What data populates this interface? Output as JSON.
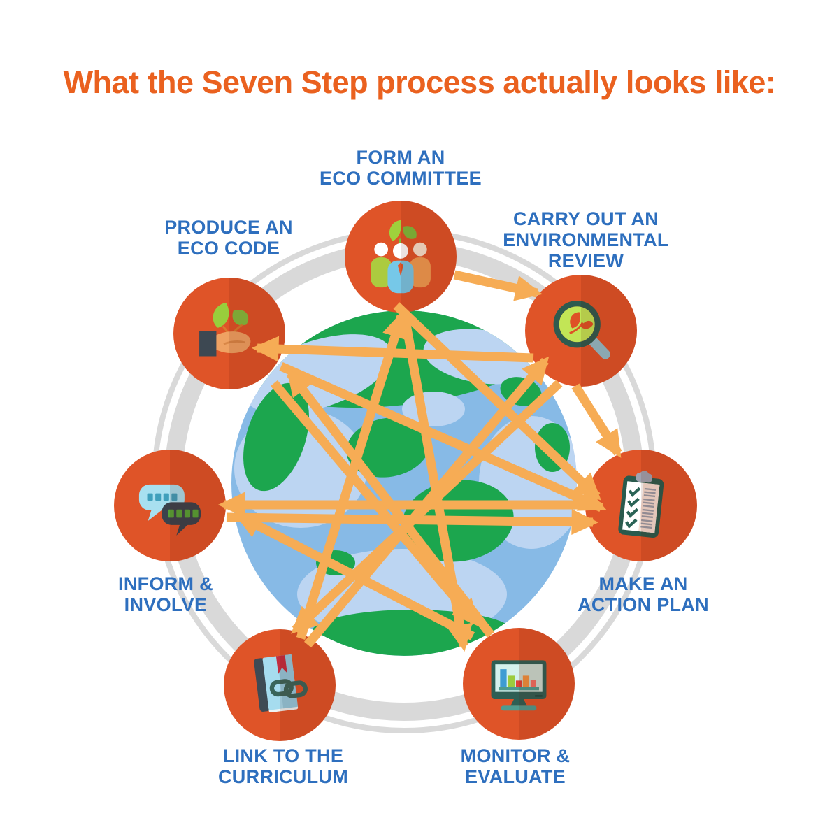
{
  "title": "What the Seven Step process actually looks like:",
  "steps": [
    {
      "id": "committee",
      "label_lines": [
        "FORM AN",
        "ECO COMMITTEE"
      ],
      "icon": "eco-committee-people-icon"
    },
    {
      "id": "review",
      "label_lines": [
        "CARRY OUT AN",
        "ENVIRONMENTAL",
        "REVIEW"
      ],
      "icon": "magnifier-leaf-icon"
    },
    {
      "id": "action",
      "label_lines": [
        "MAKE AN",
        "ACTION PLAN"
      ],
      "icon": "clipboard-checklist-icon"
    },
    {
      "id": "monitor",
      "label_lines": [
        "MONITOR &",
        "EVALUATE"
      ],
      "icon": "monitor-bar-chart-icon"
    },
    {
      "id": "curriculum",
      "label_lines": [
        "LINK TO THE",
        "CURRICULUM"
      ],
      "icon": "book-link-icon"
    },
    {
      "id": "inform",
      "label_lines": [
        "INFORM &",
        "INVOLVE"
      ],
      "icon": "speech-bubbles-icon"
    },
    {
      "id": "ecocode",
      "label_lines": [
        "PRODUCE AN",
        "ECO CODE"
      ],
      "icon": "hand-plant-icon"
    }
  ],
  "arrows": [
    {
      "from": "committee",
      "to": "review"
    },
    {
      "from": "committee",
      "to": "action"
    },
    {
      "from": "ecocode",
      "to": "action"
    },
    {
      "from": "review",
      "to": "ecocode"
    },
    {
      "from": "curriculum",
      "to": "review"
    },
    {
      "from": "review",
      "to": "curriculum"
    },
    {
      "from": "review",
      "to": "action"
    },
    {
      "from": "inform",
      "to": "action"
    },
    {
      "from": "action",
      "to": "inform"
    },
    {
      "from": "monitor",
      "to": "inform"
    },
    {
      "from": "ecocode",
      "to": "monitor"
    },
    {
      "from": "committee",
      "to": "monitor"
    },
    {
      "from": "monitor",
      "to": "ecocode"
    },
    {
      "from": "curriculum",
      "to": "committee"
    }
  ],
  "colors": {
    "title_orange": "#EA611F",
    "label_blue": "#2E6FBE",
    "node_orange": "#DF5428",
    "node_orange_dark": "#CC4A20",
    "arrow_amber": "#F6AC55",
    "ring_gray": "#D9D9D9",
    "globe_ocean": "#87BAE6",
    "globe_land_green": "#1CA64E",
    "globe_light_patch": "#BCD5F2"
  }
}
